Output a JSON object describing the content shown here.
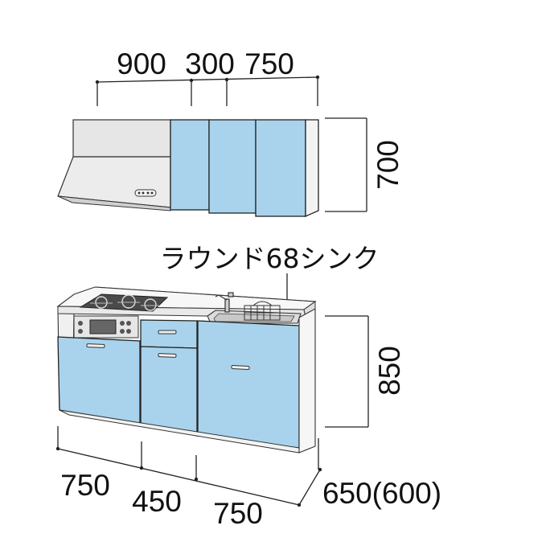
{
  "diagram": {
    "upper_widths": [
      "900",
      "300",
      "750"
    ],
    "upper_height": "700",
    "sink_label": "ラウンド68シンク",
    "lower_height": "850",
    "lower_widths": [
      "750",
      "450",
      "750"
    ],
    "lower_depth": "650(600)"
  },
  "colors": {
    "door_blue": "#a9d3ec",
    "hood_gray": "#e4e4e4",
    "counter_white": "#f7f7f7",
    "line": "#222222"
  }
}
